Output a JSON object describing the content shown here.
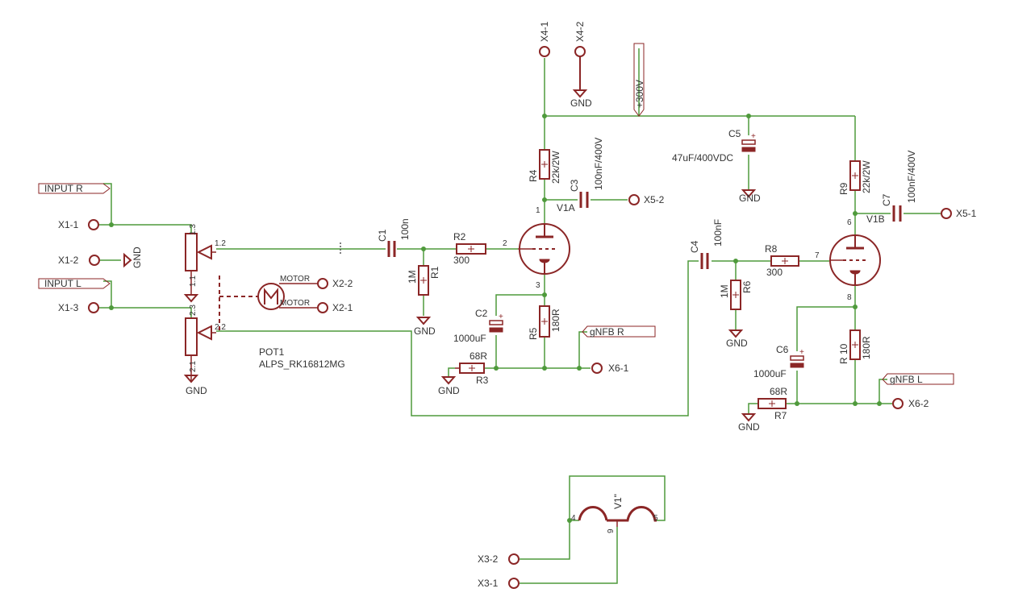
{
  "nets": {
    "input_r": "INPUT R",
    "input_l": "INPUT L",
    "gnfb_r": "gNFB R",
    "gnfb_l": "gNFB L",
    "plus300": "+300V",
    "gnd": "GND"
  },
  "connectors": {
    "x1_1": "X1-1",
    "x1_2": "X1-2",
    "x1_3": "X1-3",
    "x2_1": "X2-1",
    "x2_2": "X2-2",
    "x3_1": "X3-1",
    "x3_2": "X3-2",
    "x4_1": "X4-1",
    "x4_2": "X4-2",
    "x5_1": "X5-1",
    "x5_2": "X5-2",
    "x6_1": "X6-1",
    "x6_2": "X6-2"
  },
  "pot": {
    "name": "POT1",
    "value": "ALPS_RK16812MG",
    "motor": "MOTOR",
    "pins": {
      "p13": "1.3",
      "p12": "1.2",
      "p11": "1.1",
      "p23": "2.3",
      "p22": "2.2",
      "p21": "2.1"
    }
  },
  "components": {
    "C1": {
      "name": "C1",
      "value": "100n"
    },
    "R1": {
      "name": "R1",
      "value": "1M"
    },
    "R2": {
      "name": "R2",
      "value": "300"
    },
    "R3": {
      "name": "R3",
      "value": "68R"
    },
    "R4": {
      "name": "R4",
      "value": "22k/2W"
    },
    "R5": {
      "name": "R5",
      "value": "180R"
    },
    "C2": {
      "name": "C2",
      "value": "1000uF"
    },
    "C3": {
      "name": "C3",
      "value": "100nF/400V"
    },
    "C4": {
      "name": "C4",
      "value": "100nF"
    },
    "C5": {
      "name": "C5",
      "value": "47uF/400VDC"
    },
    "R6": {
      "name": "R6",
      "value": "1M"
    },
    "R8": {
      "name": "R8",
      "value": "300"
    },
    "R9": {
      "name": "R9",
      "value": "22k/2W"
    },
    "R10": {
      "name": "R 10",
      "value": "180R"
    },
    "C6": {
      "name": "C6",
      "value": "1000uF"
    },
    "C7": {
      "name": "C7",
      "value": "100nF/400V"
    },
    "R7": {
      "name": "R7",
      "value": "68R"
    }
  },
  "tubes": {
    "v1a": {
      "name": "V1A",
      "plate": "1",
      "grid": "2",
      "cathode": "3"
    },
    "v1b": {
      "name": "V1B",
      "plate": "6",
      "grid": "7",
      "cathode": "8"
    },
    "heater": {
      "name": "V1\"",
      "p4": "4",
      "p9": "9",
      "p5": "5"
    }
  }
}
